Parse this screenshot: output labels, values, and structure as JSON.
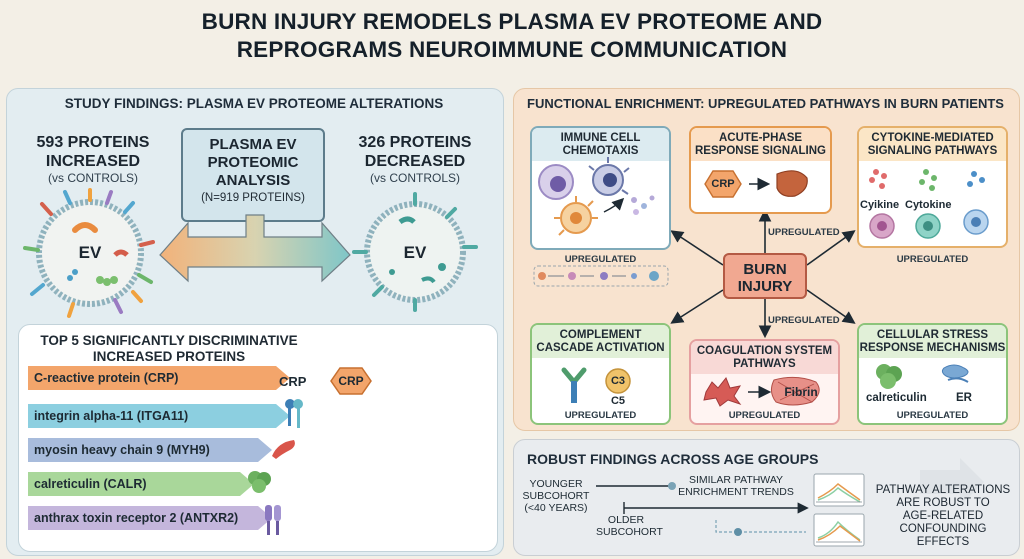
{
  "title_line1": "BURN INJURY REMODELS PLASMA EV PROTEOME AND",
  "title_line2": "REPROGRAMS NEUROIMMUNE COMMUNICATION",
  "left": {
    "header": "STUDY FINDINGS: PLASMA EV PROTEOME ALTERATIONS",
    "increased_title_1": "593 PROTEINS",
    "increased_title_2": "INCREASED",
    "increased_sub": "(vs CONTROLS)",
    "decreased_title_1": "326 PROTEINS",
    "decreased_title_2": "DECREASED",
    "decreased_sub": "(vs CONTROLS)",
    "center_1": "PLASMA EV",
    "center_2": "PROTEOMIC",
    "center_3": "ANALYSIS",
    "center_sub": "(N=919 PROTEINS)",
    "ev_label": "EV",
    "top5_title_1": "TOP 5 SIGNIFICANTLY DISCRIMINATIVE",
    "top5_title_2": "INCREASED PROTEINS",
    "proteins": [
      {
        "name": "C-reactive protein (CRP)",
        "color": "#f3a56b"
      },
      {
        "name": "integrin alpha-11 (ITGA11)",
        "color": "#8ccfe0"
      },
      {
        "name": "myosin heavy chain 9 (MYH9)",
        "color": "#a8bcdc"
      },
      {
        "name": "calreticulin (CALR)",
        "color": "#a9d79a"
      },
      {
        "name": "anthrax toxin receptor 2 (ANTXR2)",
        "color": "#c4b6dc"
      }
    ],
    "crp_label": "CRP",
    "crp_badge": "CRP"
  },
  "right": {
    "header": "FUNCTIONAL ENRICHMENT: UPREGULATED PATHWAYS IN BURN PATIENTS",
    "burn_1": "BURN",
    "burn_2": "INJURY",
    "upregulated": "UPREGULATED",
    "cards": {
      "immune_1": "IMMUNE CELL",
      "immune_2": "CHEMOTAXIS",
      "acute_1": "ACUTE-PHASE",
      "acute_2": "RESPONSE SIGNALING",
      "acute_crp": "CRP",
      "cytokine_1": "CYTOKINE-MEDIATED",
      "cytokine_2": "SIGNALING PATHWAYS",
      "cyikine": "Cyikine",
      "cytokine_lbl": "Cytokine",
      "complement_1": "COMPLEMENT",
      "complement_2": "CASCADE ACTIVATION",
      "c3": "C3",
      "c5": "C5",
      "coag_1": "COAGULATION SYSTEM",
      "coag_2": "PATHWAYS",
      "fibrin": "Fibrin",
      "stress_1": "CELLULAR STRESS",
      "stress_2": "RESPONSE MECHANISMS",
      "calreticulin": "calreticulin",
      "er": "ER"
    }
  },
  "bottom": {
    "header": "ROBUST FINDINGS ACROSS AGE GROUPS",
    "younger_1": "YOUNGER",
    "younger_2": "SUBCOHORT",
    "younger_3": "(<40 YEARS)",
    "older_1": "OLDER",
    "older_2": "SUBCOHORT",
    "similar_1": "SIMILAR PATHWAY",
    "similar_2": "ENRICHMENT TRENDS",
    "robust_1": "PATHWAY ALTERATIONS",
    "robust_2": "ARE ROBUST TO",
    "robust_3": "AGE-RELATED",
    "robust_4": "CONFOUNDING EFFECTS"
  }
}
